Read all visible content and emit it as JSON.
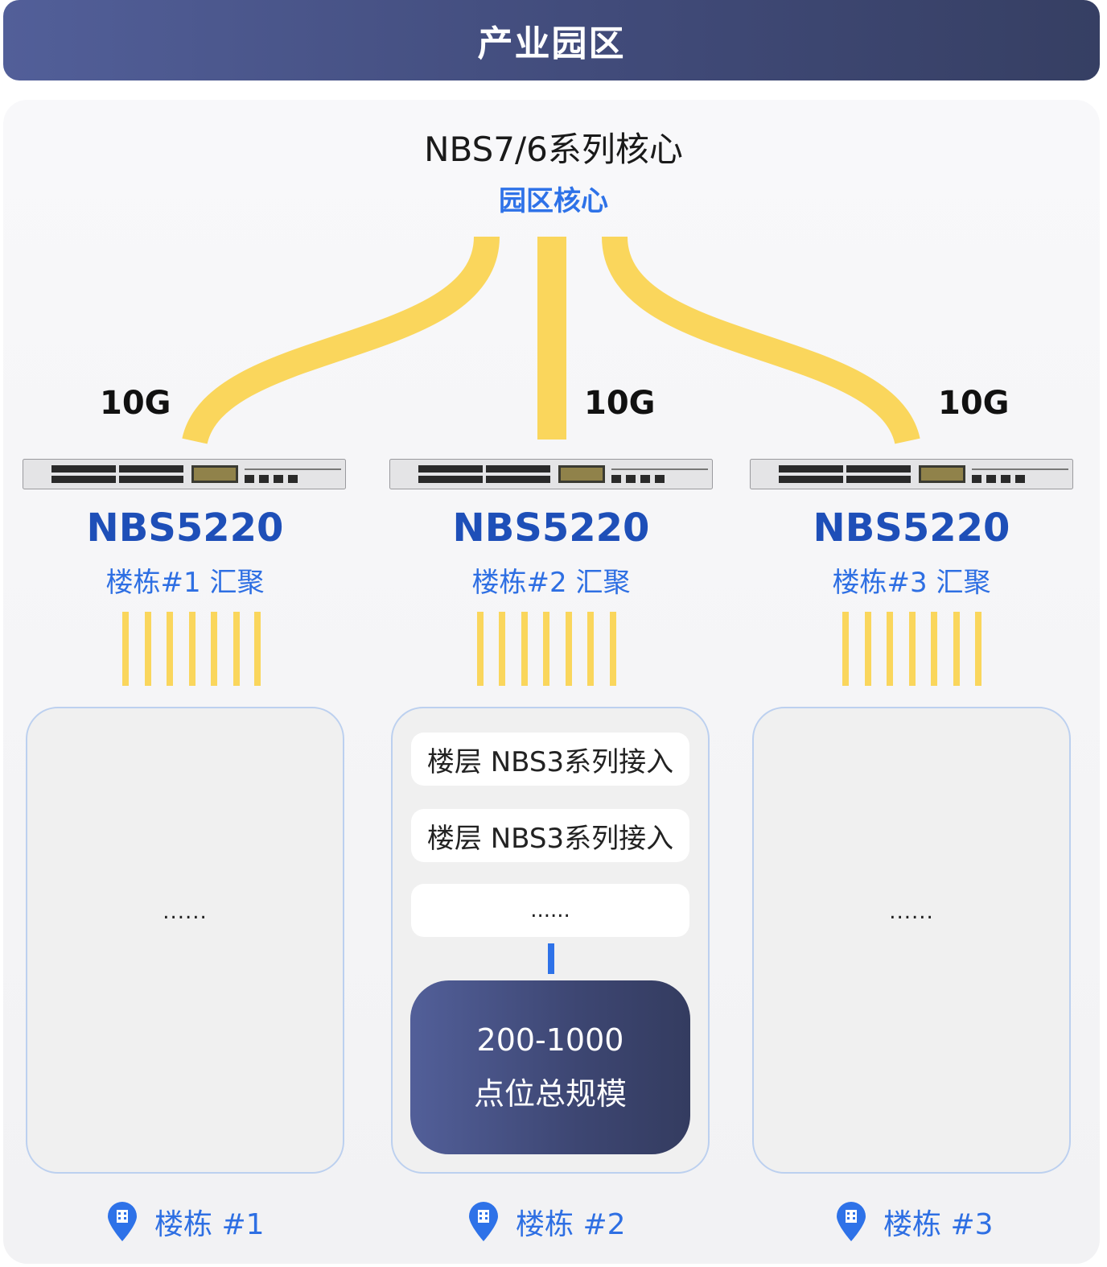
{
  "header": {
    "title": "产业园区"
  },
  "core": {
    "title": "NBS7/6系列核心",
    "subtitle": "园区核心"
  },
  "uplinks": [
    {
      "label": "10G"
    },
    {
      "label": "10G"
    },
    {
      "label": "10G"
    }
  ],
  "aggregation": [
    {
      "model": "NBS5220",
      "role": "楼栋#1 汇聚"
    },
    {
      "model": "NBS5220",
      "role": "楼栋#2 汇聚"
    },
    {
      "model": "NBS5220",
      "role": "楼栋#3 汇聚"
    }
  ],
  "buildings": [
    {
      "placeholder": "......",
      "label": "楼栋 #1",
      "icon": "location-building-icon"
    },
    {
      "floors": [
        "楼层 NBS3系列接入",
        "楼层 NBS3系列接入",
        "......"
      ],
      "scale": {
        "line1": "200-1000",
        "line2": "点位总规模"
      },
      "label": "楼栋 #2",
      "icon": "location-building-icon"
    },
    {
      "placeholder": "......",
      "label": "楼栋 #3",
      "icon": "location-building-icon"
    }
  ],
  "colors": {
    "header_gradient_start": "#525f99",
    "header_gradient_end": "#363f63",
    "link_yellow": "#fad65c",
    "accent_blue": "#2e72e8",
    "model_blue": "#1e4fb8"
  }
}
